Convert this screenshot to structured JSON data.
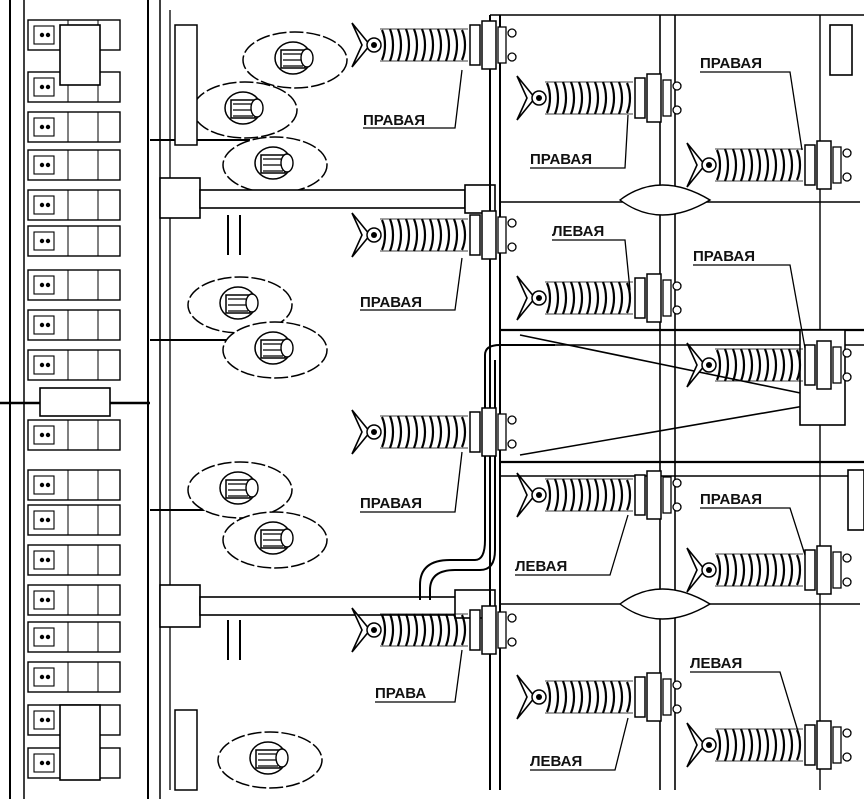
{
  "labels": [
    {
      "id": "r1",
      "text": "ПРАВАЯ"
    },
    {
      "id": "r2",
      "text": "ПРАВАЯ"
    },
    {
      "id": "r3",
      "text": "ПРАВАЯ"
    },
    {
      "id": "r4",
      "text": "ПРАВАЯ"
    },
    {
      "id": "r5",
      "text": "ПРАВАЯ"
    },
    {
      "id": "r6",
      "text": "ПРАВАЯ"
    },
    {
      "id": "r7",
      "text": "ПРАВАЯ"
    },
    {
      "id": "l1",
      "text": "ЛЕВАЯ"
    },
    {
      "id": "l2",
      "text": "ЛЕВАЯ"
    },
    {
      "id": "l3",
      "text": "ЛЕВАЯ"
    },
    {
      "id": "l4",
      "text": "ЛЕВАЯ"
    },
    {
      "id": "r8",
      "text": "ПРАВА"
    }
  ],
  "colors": {
    "line": "#000000",
    "background": "#ffffff",
    "label": "#111111"
  }
}
